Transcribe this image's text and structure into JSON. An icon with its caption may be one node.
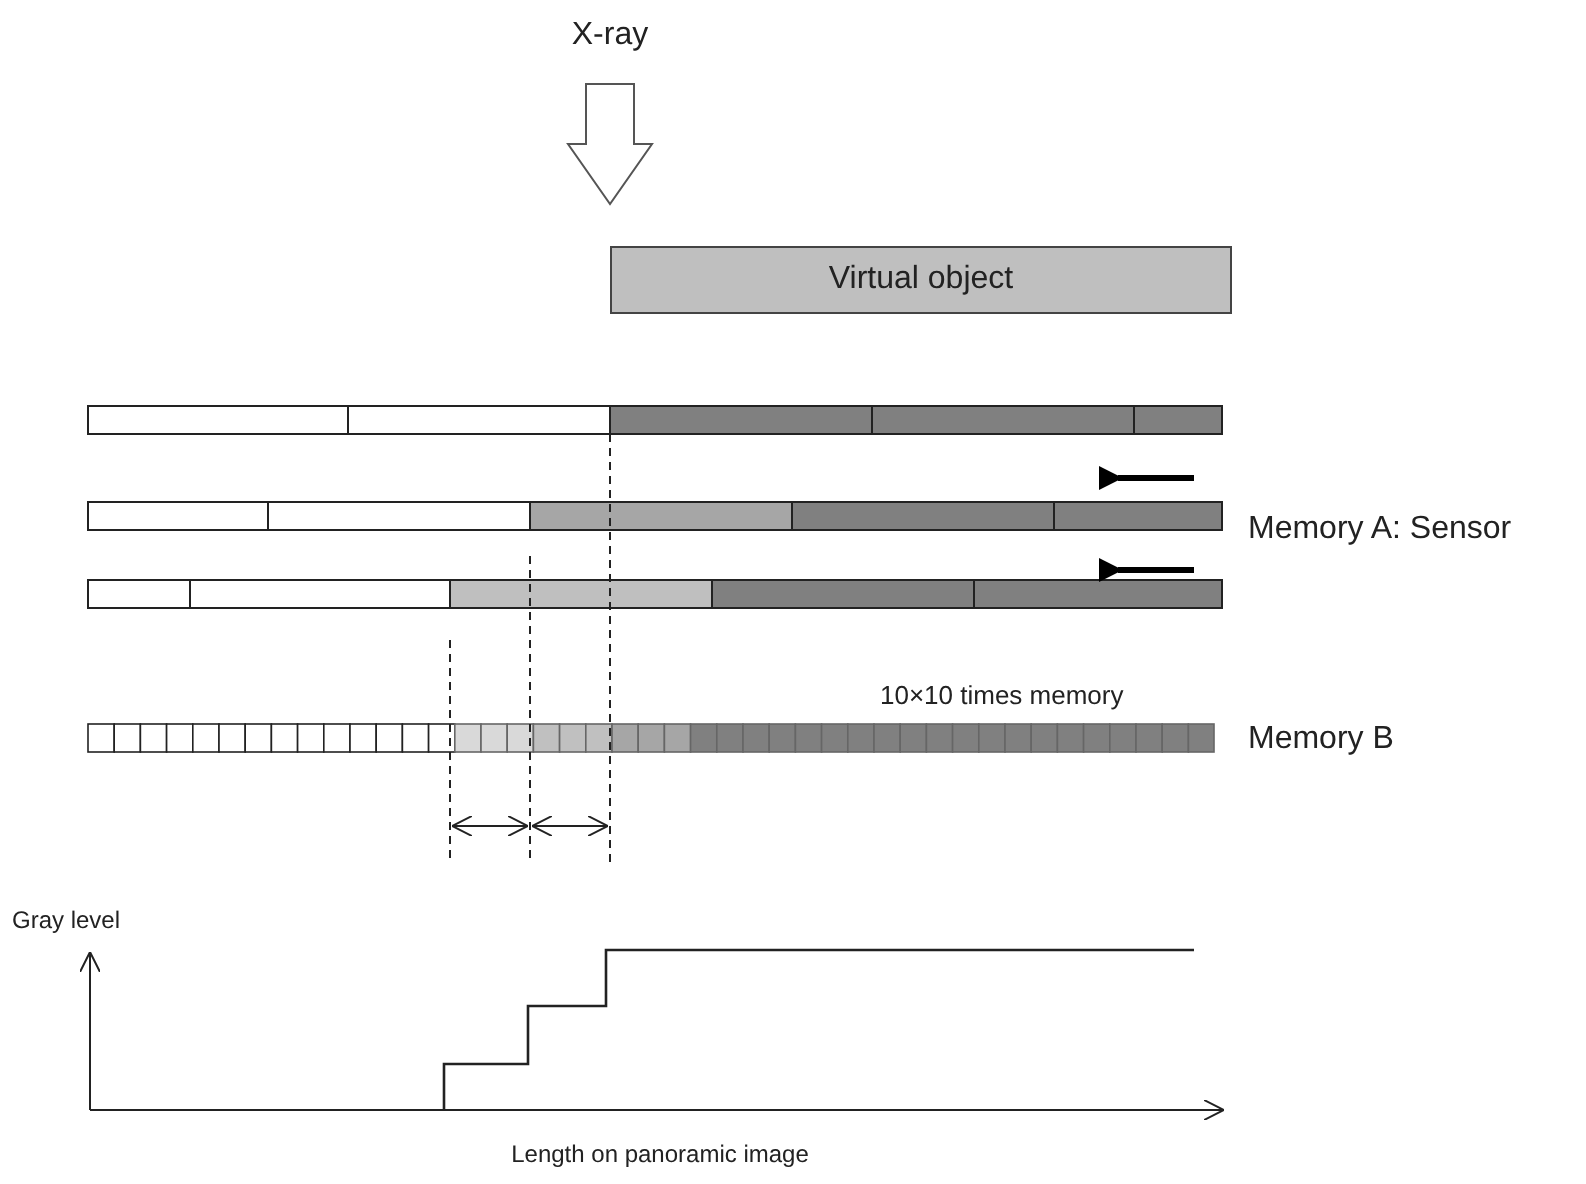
{
  "diagram": {
    "nodes": [
      {
        "text": [
          "Virtual object"
        ]
      }
    ],
    "labels": [
      "X-ray",
      "Memory A: Sensor",
      "10×10 times memory",
      "Memory B",
      "Gray level",
      "Length on panoramic image"
    ]
  }
}
